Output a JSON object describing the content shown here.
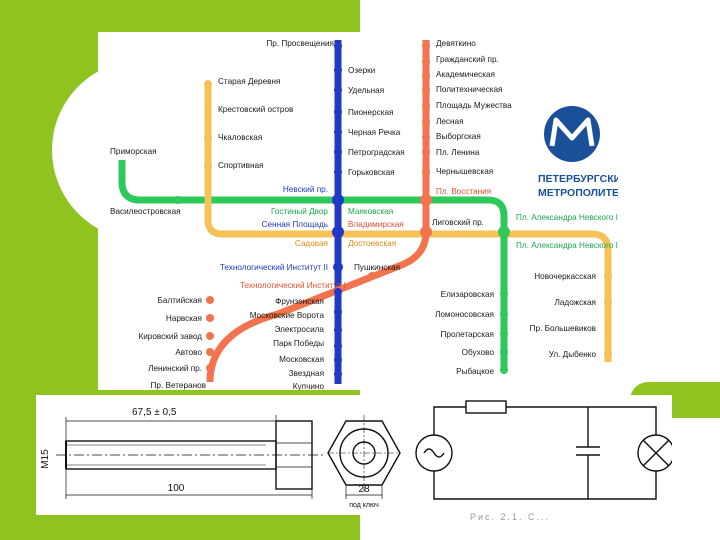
{
  "logo": {
    "line1": "ПЕТЕРБУРГСКИЙ",
    "line2": "МЕТРОПОЛИТЕН",
    "color": "#1a4f9a"
  },
  "colors": {
    "blue": "#2038c8",
    "orange": "#f2744e",
    "green": "#2ec95a",
    "yellow": "#f7c15a",
    "band": "#8fc31f"
  },
  "lines": {
    "blue": [
      "Пр. Просвещения",
      "Озерки",
      "Удельная",
      "Пионерская",
      "Черная Речка",
      "Петроградская",
      "Горьковская",
      "Невский пр.",
      "Сенная Площадь",
      "Технологический Институт II",
      "Фрунзенская",
      "Московские Ворота",
      "Электросила",
      "Парк Победы",
      "Московская",
      "Звездная",
      "Купчино"
    ],
    "orange": [
      "Девяткино",
      "Гражданский пр.",
      "Академическая",
      "Политехническая",
      "Площадь Мужества",
      "Лесная",
      "Выборгская",
      "Пл. Ленина",
      "Чернышевская",
      "Пл. Восстания",
      "Владимирская",
      "Пушкинская",
      "Технологический Институт I",
      "Балтийская",
      "Нарвская",
      "Кировский завод",
      "Автово",
      "Ленинский пр.",
      "Пр. Ветеранов"
    ],
    "yellow": [
      "Старая Деревня",
      "Крестовский остров",
      "Чкаловская",
      "Спортивная",
      "Садовая",
      "Достоевская",
      "Лиговский пр.",
      "Пл. Александра Невского II",
      "Новочеркасская",
      "Ладожская",
      "Пр. Большевиков",
      "Ул. Дыбенко"
    ],
    "green": [
      "Приморская",
      "Василеостровская",
      "Гостиный Двор",
      "Маяковская",
      "Пл. Александра Невского I",
      "Елизаровская",
      "Ломоносовская",
      "Пролетарская",
      "Обухово",
      "Рыбацкое"
    ]
  },
  "bolt": {
    "length_label": "67,5 ± 0,5",
    "thread_label": "М15",
    "total_label": "100",
    "key_label": "28",
    "key_caption": "под ключ"
  },
  "caption": "Рис. 2.1. С..."
}
